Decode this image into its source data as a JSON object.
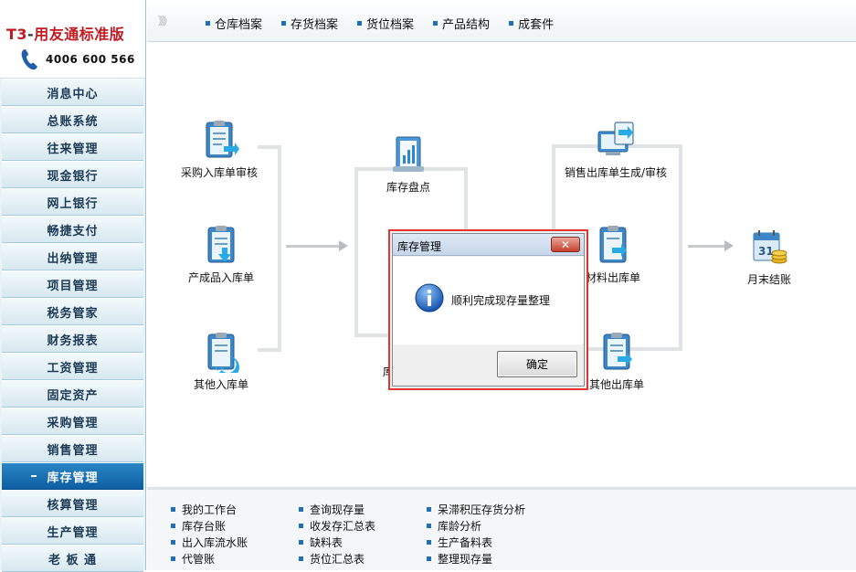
{
  "brand": {
    "name_prefix": "T3",
    "name_dash": "-",
    "name_rest": "用友通标准版",
    "phone": "4006 600 566"
  },
  "sidebar": {
    "items": [
      {
        "label": "消息中心",
        "active": false
      },
      {
        "label": "总账系统",
        "active": false
      },
      {
        "label": "往来管理",
        "active": false
      },
      {
        "label": "现金银行",
        "active": false
      },
      {
        "label": "网上银行",
        "active": false
      },
      {
        "label": "畅捷支付",
        "active": false
      },
      {
        "label": "出纳管理",
        "active": false
      },
      {
        "label": "项目管理",
        "active": false
      },
      {
        "label": "税务管家",
        "active": false
      },
      {
        "label": "财务报表",
        "active": false
      },
      {
        "label": "工资管理",
        "active": false
      },
      {
        "label": "固定资产",
        "active": false
      },
      {
        "label": "采购管理",
        "active": false
      },
      {
        "label": "销售管理",
        "active": false
      },
      {
        "label": "库存管理",
        "active": true
      },
      {
        "label": "核算管理",
        "active": false
      },
      {
        "label": "生产管理",
        "active": false
      },
      {
        "label": "老 板 通",
        "active": false
      }
    ]
  },
  "topbar": {
    "chevron": "》》",
    "tabs": [
      "仓库档案",
      "存货档案",
      "货位档案",
      "产品结构",
      "成套件"
    ]
  },
  "workflow": {
    "purchase_in": "采购入库单审核",
    "product_in": "产成品入库单",
    "other_in": "其他入库单",
    "inventory_count": "库存盘点",
    "middle_hidden_label_fragment": "库",
    "sales_out": "销售出库单生成/审核",
    "material_out": "材料出库单",
    "other_out": "其他出库单",
    "month_end": "月末结账"
  },
  "bottom_links": {
    "col1": [
      "我的工作台",
      "库存台账",
      "出入库流水账",
      "代管账"
    ],
    "col2": [
      "查询现存量",
      "收发存汇总表",
      "缺料表",
      "货位汇总表"
    ],
    "col3": [
      "呆滞积压存货分析",
      "库龄分析",
      "生产备料表",
      "整理现存量"
    ]
  },
  "dialog": {
    "title": "库存管理",
    "close": "✕",
    "message": "顺利完成现存量整理",
    "ok": "确定"
  },
  "colors": {
    "accent": "#1f6fb6",
    "active_nav": "#0e5ea3",
    "dialog_border": "#e2362f",
    "brand_red": "#c31920"
  }
}
